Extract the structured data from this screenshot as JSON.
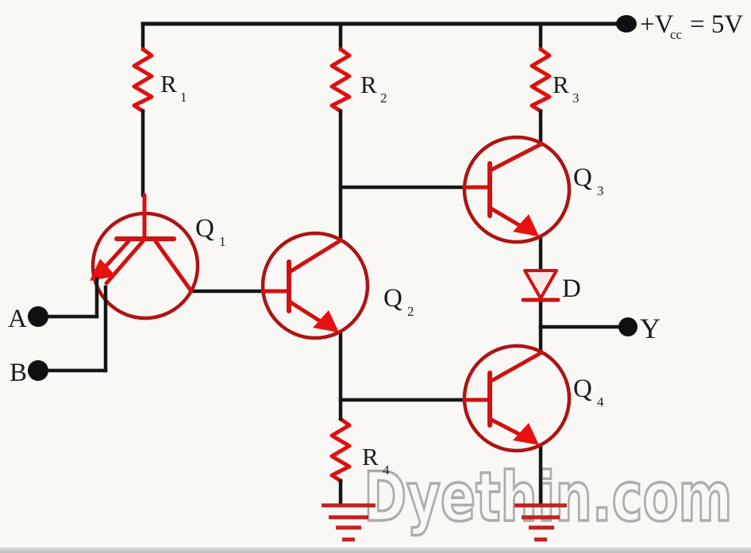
{
  "diagram": {
    "power": {
      "label_v": "+V",
      "label_sub": "cc",
      "label_value": "= 5V"
    },
    "resistors": [
      {
        "label": "R",
        "sub": "1"
      },
      {
        "label": "R",
        "sub": "2"
      },
      {
        "label": "R",
        "sub": "3"
      },
      {
        "label": "R",
        "sub": "4"
      }
    ],
    "transistors": [
      {
        "label": "Q",
        "sub": "1"
      },
      {
        "label": "Q",
        "sub": "2"
      },
      {
        "label": "Q",
        "sub": "3"
      },
      {
        "label": "Q",
        "sub": "4"
      }
    ],
    "diode": {
      "label": "D"
    },
    "inputs": [
      {
        "label": "A"
      },
      {
        "label": "B"
      }
    ],
    "output": {
      "label": "Y"
    },
    "colors": {
      "wire": "#161616",
      "component_red": "#cf1212",
      "transistor_circle": "#ad1414",
      "arrow_red": "#e71111",
      "ground_red": "#c12121",
      "watermark_gray": "#a4a4a4",
      "background": "#f9f8f5"
    }
  },
  "watermark": {
    "text": "Dyethin.com"
  }
}
